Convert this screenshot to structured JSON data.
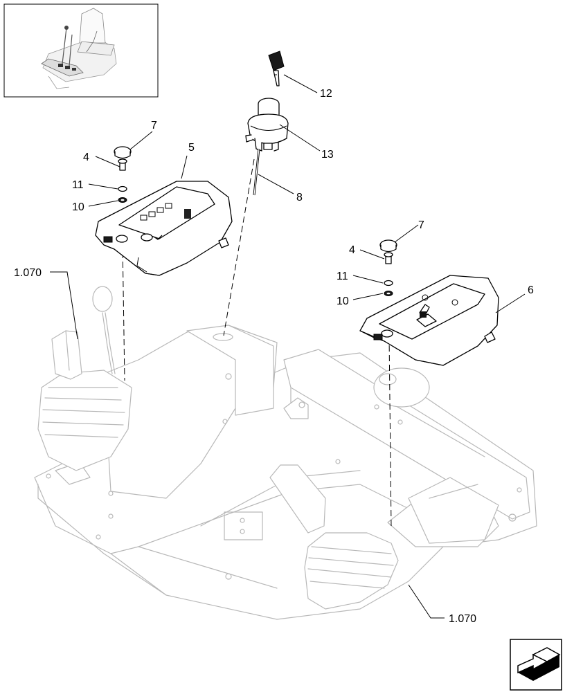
{
  "callouts": {
    "c7a": "7",
    "c4a": "4",
    "c11a": "11",
    "c10a": "10",
    "c5": "5",
    "c12": "12",
    "c13": "13",
    "c8": "8",
    "c1070a": "1.070",
    "c7b": "7",
    "c4b": "4",
    "c11b": "11",
    "c10b": "10",
    "c6": "6",
    "c1070b": "1.070"
  },
  "icons": {
    "inset": "seat-location-thumbnail-icon",
    "nav": "next-page-arrow-icon"
  }
}
